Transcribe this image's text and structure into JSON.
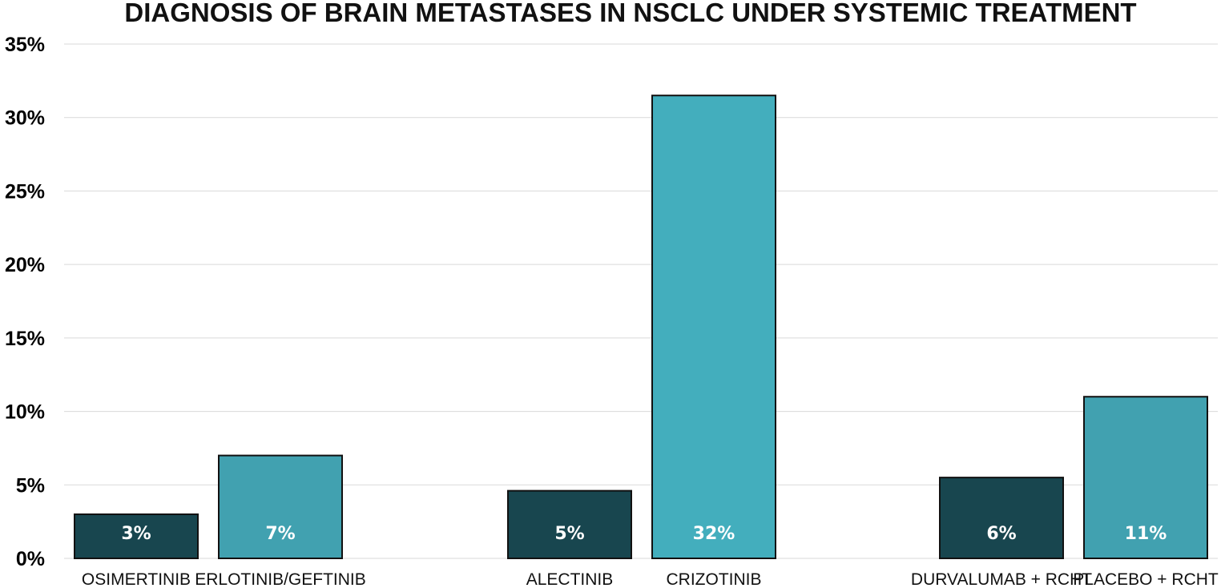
{
  "chart_data": {
    "type": "bar",
    "title": "DIAGNOSIS OF BRAIN METASTASES IN NSCLC UNDER SYSTEMIC TREATMENT",
    "xlabel": "",
    "ylabel": "",
    "ylim": [
      0,
      35
    ],
    "y_ticks": [
      "0%",
      "5%",
      "10%",
      "15%",
      "20%",
      "25%",
      "30%",
      "35%"
    ],
    "grid": true,
    "legend": "none",
    "categories": [
      "OSIMERTINIB",
      "ERLOTINIB/GEFTINIB",
      "ALECTINIB",
      "CRIZOTINIB",
      "DURVALUMAB + RCHT",
      "PLACEBO + RCHT"
    ],
    "values": [
      3,
      7,
      4.6,
      31.5,
      5.5,
      11
    ],
    "data_labels": [
      "3%",
      "7%",
      "5%",
      "32%",
      "6%",
      "11%"
    ],
    "bar_colors": [
      "#18464f",
      "#41a1b0",
      "#18464f",
      "#43aebd",
      "#18464f",
      "#41a1b0"
    ]
  }
}
